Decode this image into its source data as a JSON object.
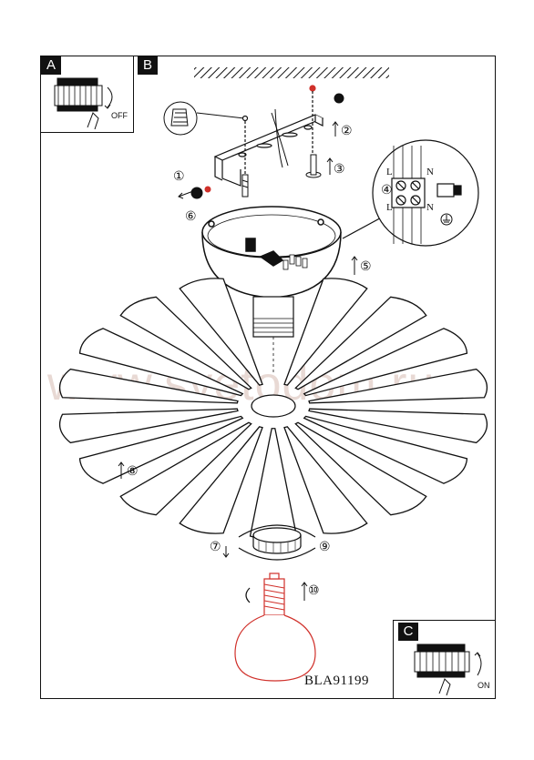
{
  "sections": {
    "a": "A",
    "b": "B",
    "c": "C"
  },
  "switch_off_label": "OFF",
  "switch_on_label": "ON",
  "terminal": {
    "live": "L",
    "neutral": "N",
    "live_lower": "L",
    "neutral_lower": "N"
  },
  "steps": [
    "①",
    "②",
    "③",
    "④",
    "⑤",
    "⑥",
    "⑦",
    "⑧",
    "⑨",
    "⑩"
  ],
  "model_number": "BLA91199",
  "watermark": "www.svetodom.ru",
  "colors": {
    "line": "#111111",
    "bulb": "#d0302a",
    "watermark": "#96503c"
  },
  "icons": [
    "ground-icon",
    "screw-icon",
    "wall-plug-icon",
    "rotate-arrow-icon",
    "up-arrow-icon"
  ]
}
